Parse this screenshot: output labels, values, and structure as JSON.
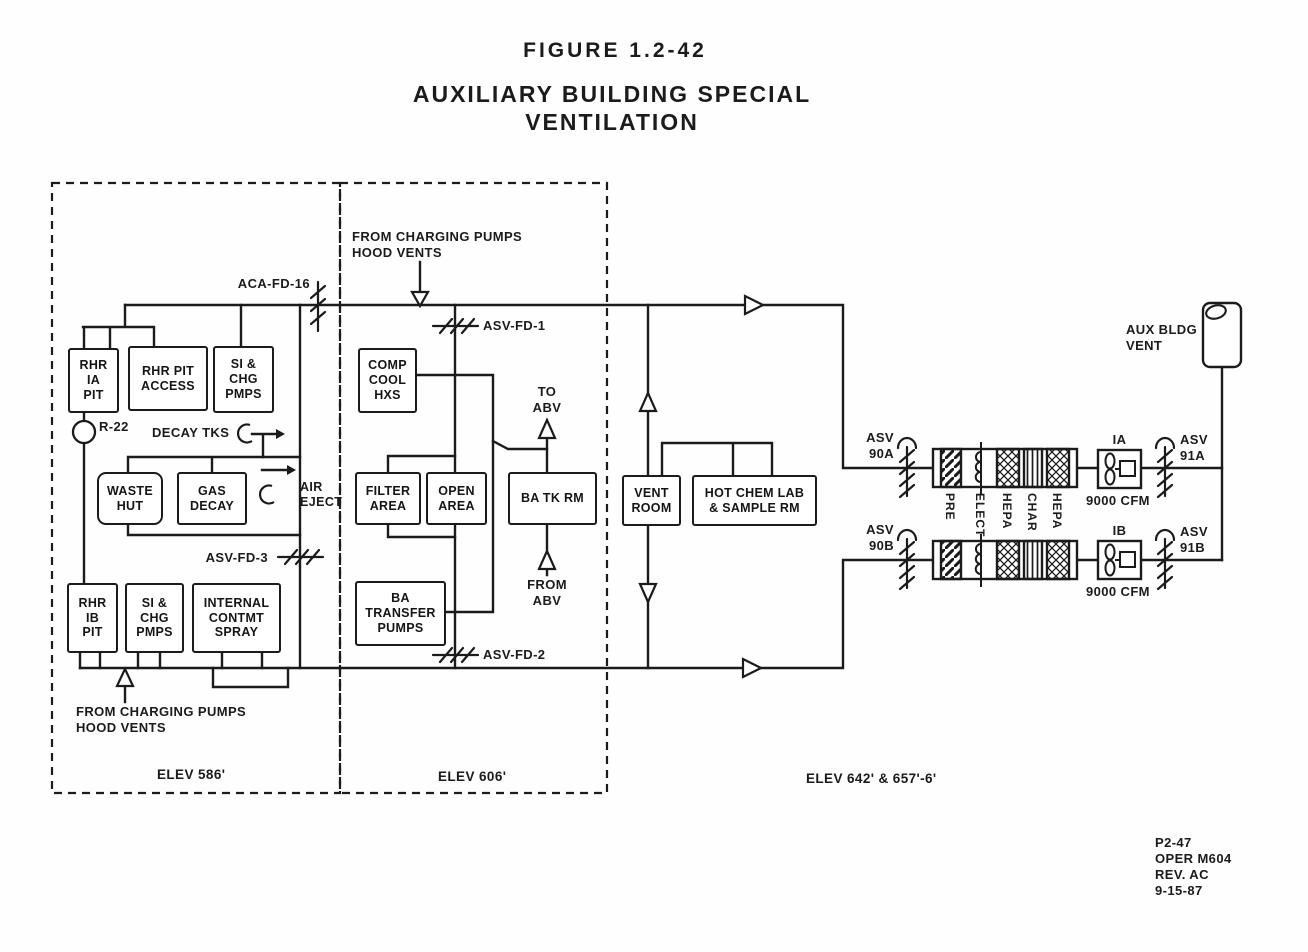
{
  "colors": {
    "ink": "#1b1b1b",
    "paper": "#fefefe"
  },
  "title": {
    "figure": "FIGURE 1.2-42",
    "name": "AUXILIARY BUILDING SPECIAL VENTILATION"
  },
  "rooms": {
    "rhr_ia_pit": "RHR\nIA\nPIT",
    "rhr_pit_access": "RHR PIT\nACCESS",
    "si_chg_pmps_upper": "SI &\nCHG\nPMPS",
    "waste_hut": "WASTE\nHUT",
    "gas_decay": "GAS\nDECAY",
    "rhr_ib_pit": "RHR\nIB\nPIT",
    "si_chg_pmps_lower": "SI &\nCHG\nPMPS",
    "internal_contmt_spray": "INTERNAL\nCONTMT\nSPRAY",
    "comp_cool_hxs": "COMP\nCOOL\nHXS",
    "filter_area": "FILTER\nAREA",
    "open_area": "OPEN\nAREA",
    "ba_tk_rm": "BA TK RM",
    "ba_transfer_pumps": "BA\nTRANSFER\nPUMPS",
    "vent_room": "VENT\nROOM",
    "hot_chem_lab": "HOT CHEM LAB\n& SAMPLE RM"
  },
  "labels": {
    "aca_fd_16": "ACA-FD-16",
    "asv_fd_1": "ASV-FD-1",
    "asv_fd_2": "ASV-FD-2",
    "asv_fd_3": "ASV-FD-3",
    "decay_tks": "DECAY TKS",
    "air_eject": "AIR\nEJECT",
    "r22": "R-22",
    "from_charging_top": "FROM CHARGING PUMPS\nHOOD VENTS",
    "from_charging_bottom": "FROM CHARGING PUMPS\nHOOD VENTS",
    "to_abv": "TO\nABV",
    "from_abv": "FROM\nABV",
    "asv_90a": "ASV\n90A",
    "asv_90b": "ASV\n90B",
    "asv_91a": "ASV\n91A",
    "asv_91b": "ASV\n91B",
    "fan_a": "IA",
    "fan_b": "IB",
    "fan_a_cfm": "9000 CFM",
    "fan_b_cfm": "9000 CFM",
    "aux_bldg_vent": "AUX BLDG\nVENT"
  },
  "filter_labels": [
    "PRE",
    "ELECT",
    "HEPA",
    "CHAR",
    "HEPA"
  ],
  "zones": {
    "elev586": "ELEV 586'",
    "elev606": "ELEV 606'",
    "elev642": "ELEV 642' & 657'-6'"
  },
  "title_block": {
    "drawing": "P2-47",
    "manual": "OPER M604",
    "revision": "REV. AC",
    "date": "9-15-87"
  }
}
